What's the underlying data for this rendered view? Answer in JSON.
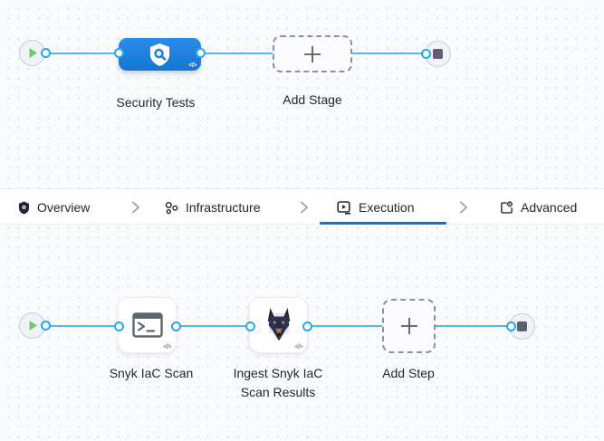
{
  "colors": {
    "accent_blue": "#1a6bd2",
    "connector_blue": "#58b7ea",
    "stage_blue": "#1e82de",
    "play_green": "#6ecb68",
    "stop_gray": "#5b6170"
  },
  "glyphs": {
    "code_badge": "</>"
  },
  "stage_pipeline": {
    "stages": [
      {
        "label": "Security Tests",
        "icon": "security-shield-icon"
      }
    ],
    "add_stage_label": "Add Stage"
  },
  "tabs": {
    "items": [
      {
        "label": "Overview",
        "icon": "shield-icon",
        "active": false
      },
      {
        "label": "Infrastructure",
        "icon": "infrastructure-icon",
        "active": false
      },
      {
        "label": "Execution",
        "icon": "execution-play-icon",
        "active": true
      },
      {
        "label": "Advanced",
        "icon": "advanced-gear-icon",
        "active": false
      }
    ]
  },
  "execution_pipeline": {
    "steps": [
      {
        "label": "Snyk IaC Scan",
        "icon": "terminal-icon"
      },
      {
        "label": "Ingest Snyk IaC Scan Results",
        "icon": "snyk-dog-icon"
      }
    ],
    "add_step_label": "Add Step"
  }
}
